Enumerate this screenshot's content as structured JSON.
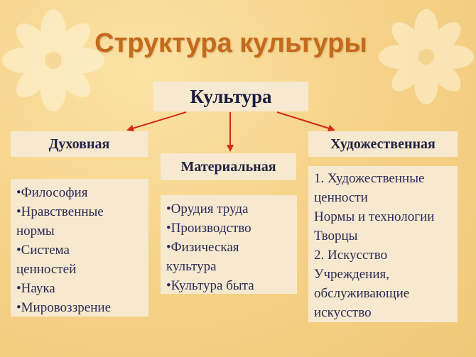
{
  "title": "Структура культуры",
  "root": "Культура",
  "branches": [
    {
      "heading": "Духовная",
      "lines": [
        "•Философия",
        "•Нравственные",
        "нормы",
        "•Система",
        "ценностей",
        "•Наука",
        "•Мировоззрение"
      ]
    },
    {
      "heading": "Материальная",
      "lines": [
        "•Орудия труда",
        "•Производство",
        "•Физическая",
        "культура",
        "•Культура быта"
      ]
    },
    {
      "heading": "Художественная",
      "lines": [
        "1. Художественные",
        "ценности",
        "Нормы и технологии",
        "Творцы",
        "2. Искусство",
        "Учреждения,",
        "обслуживающие",
        "искусство"
      ]
    }
  ],
  "colors": {
    "title": "#c46a1c",
    "arrow": "#d42a1a",
    "box": "#f7e9cf"
  }
}
